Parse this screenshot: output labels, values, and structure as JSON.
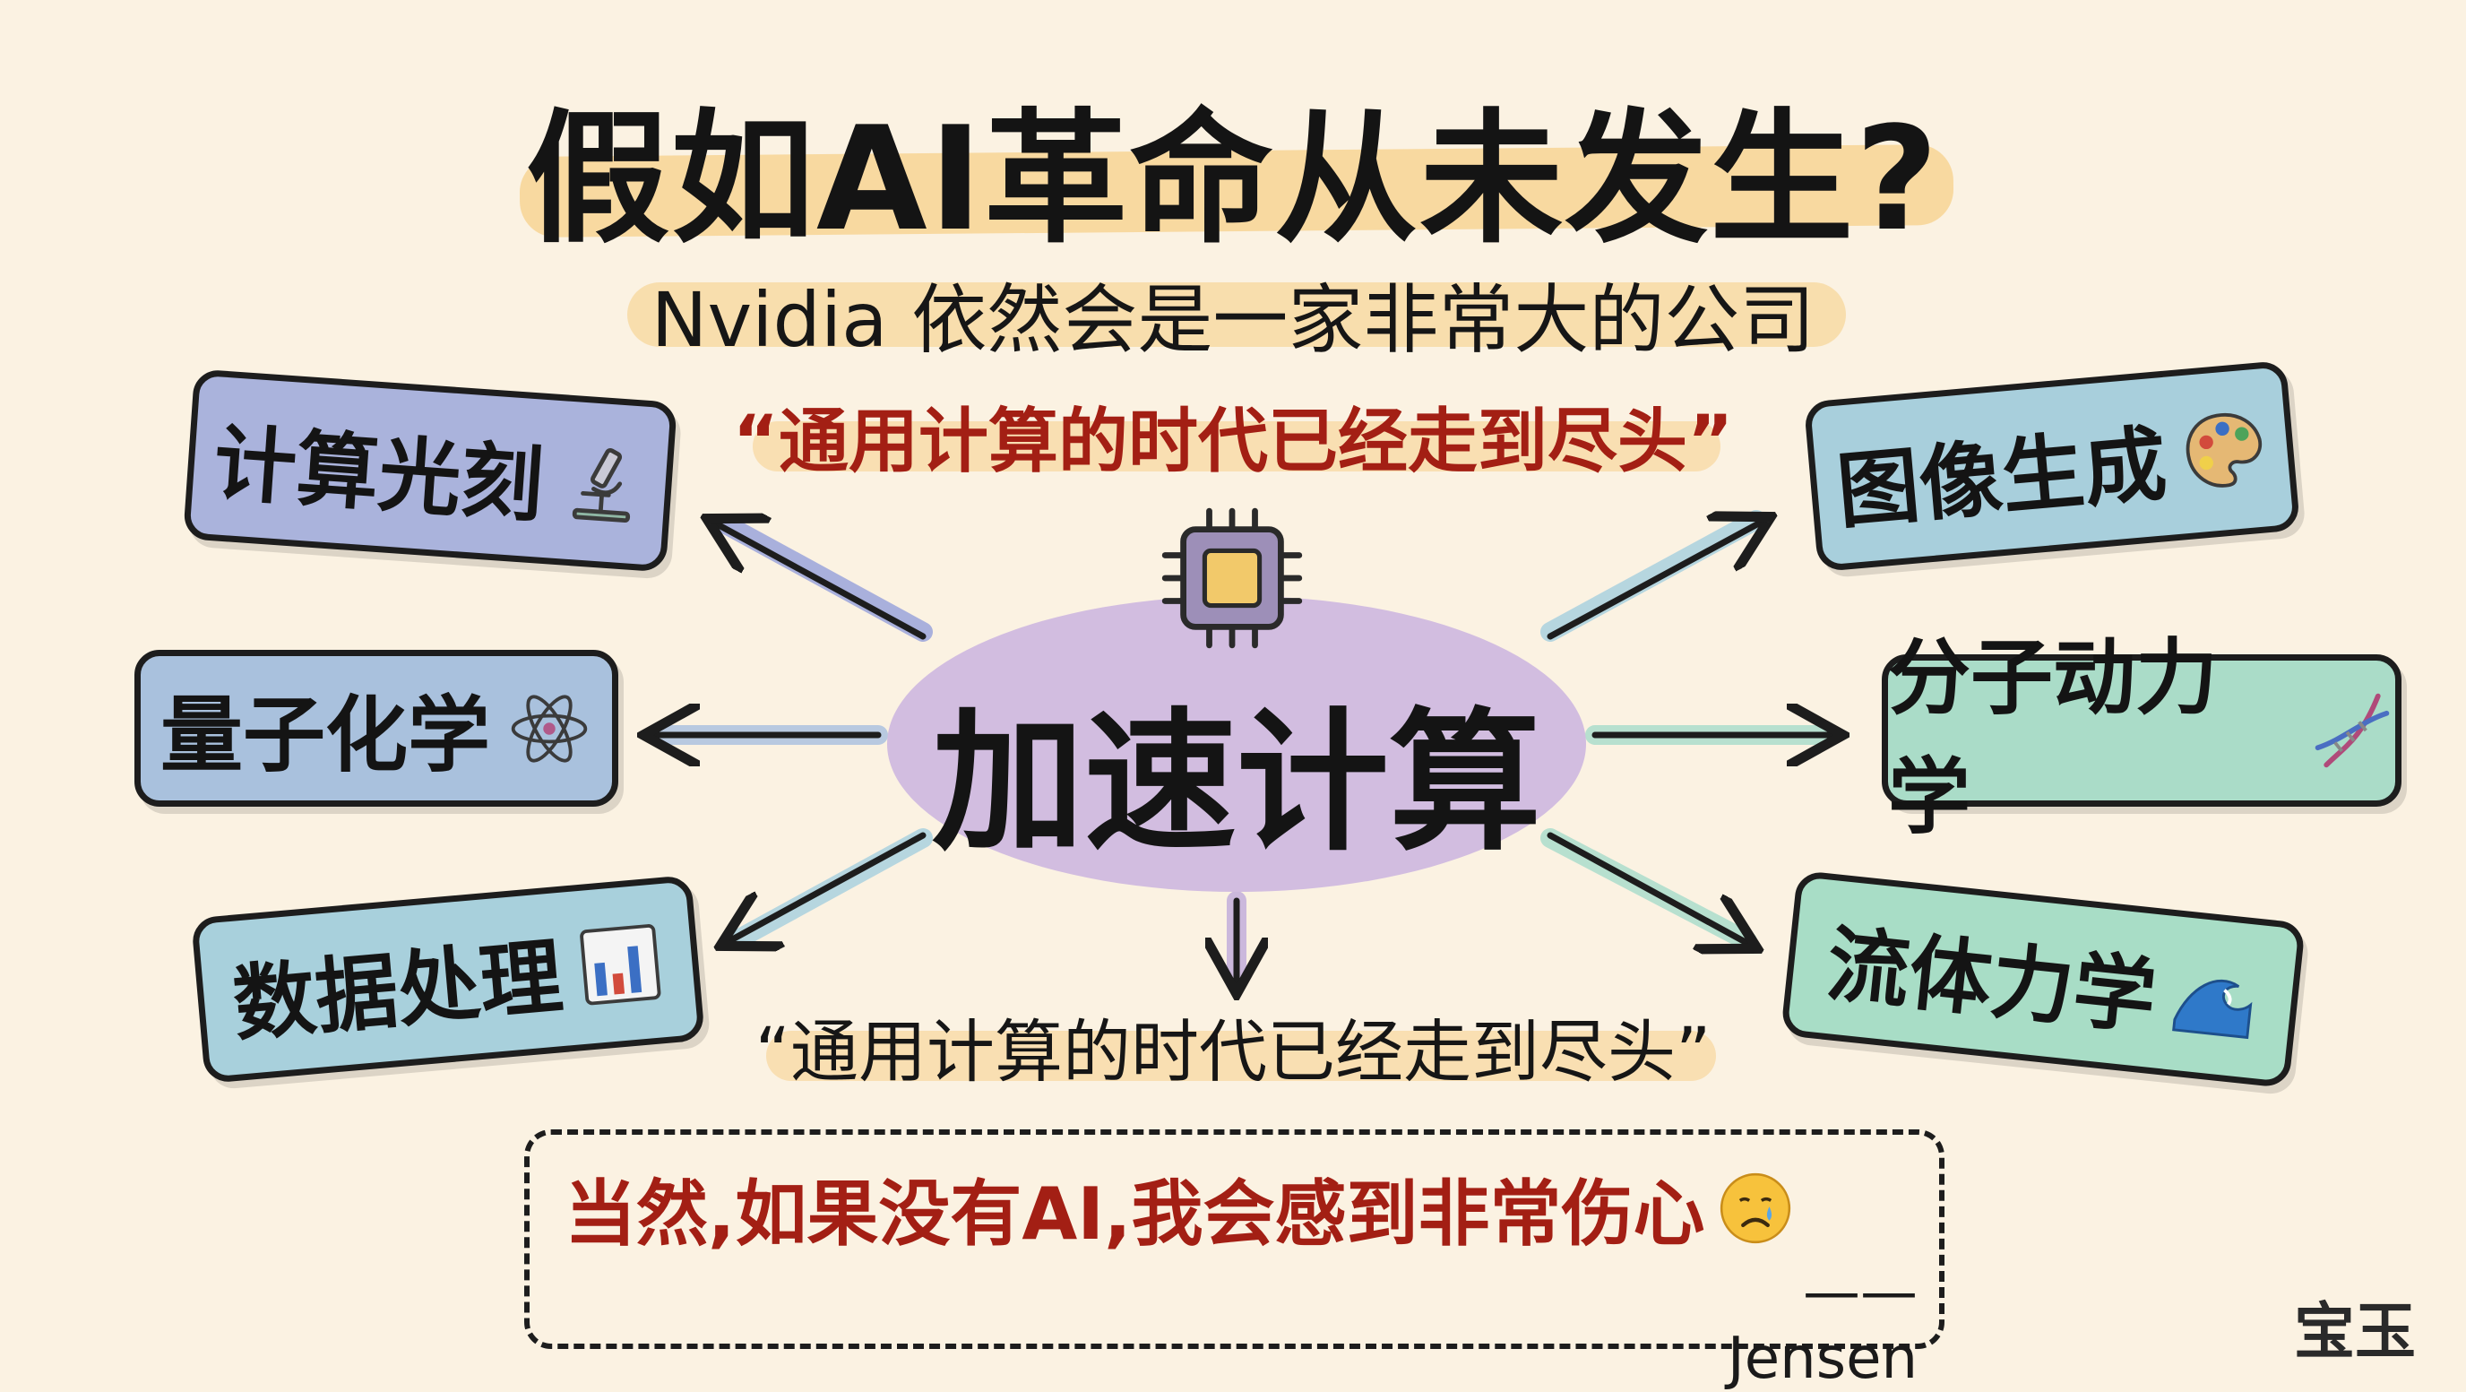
{
  "title": "假如AI革命从未发生?",
  "subtitle": "Nvidia 依然会是一家非常大的公司",
  "quote_top": "“通用计算的时代已经走到尽头”",
  "quote_bottom": "“通用计算的时代已经走到尽头”",
  "center": {
    "label": "加速计算",
    "icon": "chip-icon"
  },
  "applications": [
    {
      "label": "计算光刻",
      "icon": "microscope-icon"
    },
    {
      "label": "量子化学",
      "icon": "atom-icon"
    },
    {
      "label": "数据处理",
      "icon": "bar-chart-icon"
    },
    {
      "label": "图像生成",
      "icon": "palette-icon"
    },
    {
      "label": "分子动力学",
      "icon": "dna-icon"
    },
    {
      "label": "流体力学",
      "icon": "wave-icon"
    }
  ],
  "jensen_quote": {
    "text": "当然,如果没有AI,我会感到非常伤心",
    "icon": "crying-face-icon",
    "author": "—— Jensen"
  },
  "watermark": "宝玉",
  "colors": {
    "background": "#fbf2e2",
    "highlight": "#f7d08a",
    "quote_red": "#a31f14",
    "center_purple": "#d2bde0"
  }
}
